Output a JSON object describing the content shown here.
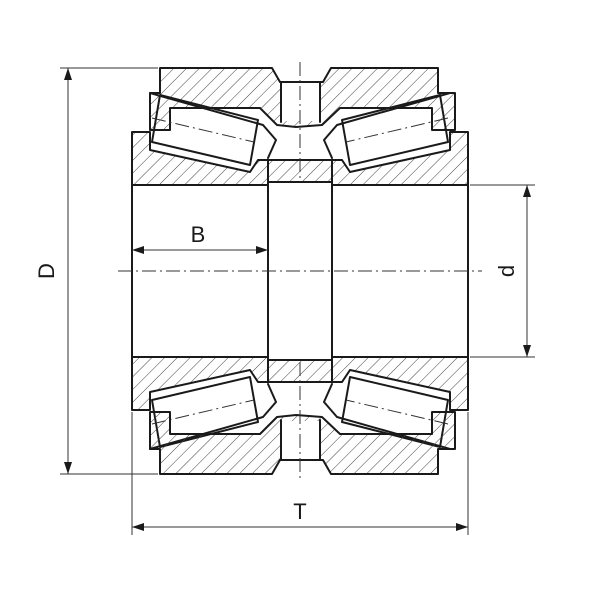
{
  "diagram": {
    "labels": {
      "outer_diameter": "D",
      "width": "B",
      "bore": "d",
      "total_width": "T"
    },
    "colors": {
      "stroke": "#1a1a1a",
      "background": "#ffffff"
    }
  }
}
